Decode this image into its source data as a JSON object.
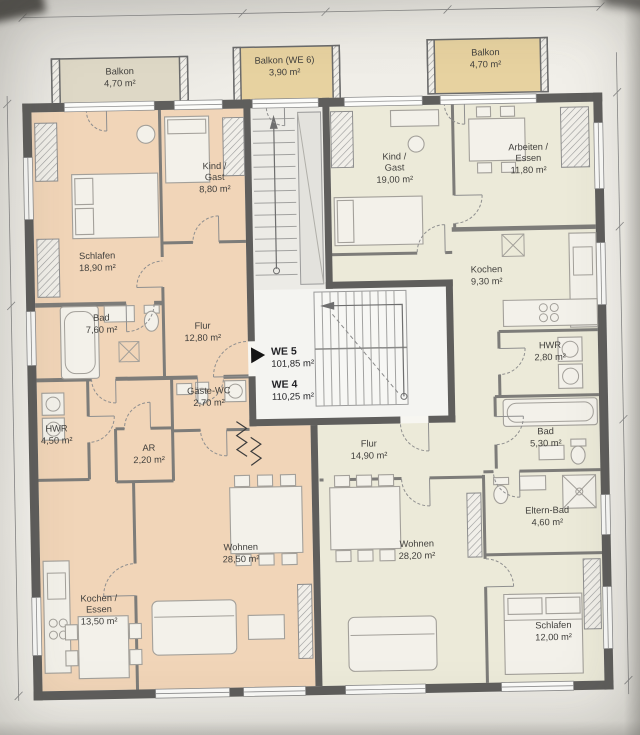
{
  "plan": {
    "balconies": [
      {
        "name": "Balkon",
        "area": "4,70 m²"
      },
      {
        "name": "Balkon (WE 6)",
        "area": "3,90 m²"
      },
      {
        "name": "Balkon",
        "area": "4,70 m²"
      }
    ],
    "units": [
      {
        "id": "WE 5",
        "area": "101,85 m²"
      },
      {
        "id": "WE 4",
        "area": "110,25 m²"
      }
    ],
    "rooms": [
      {
        "name": "Schlafen",
        "area": "18,90 m²"
      },
      {
        "name": "Kind /\nGast",
        "area": "8,80 m²"
      },
      {
        "name": "Bad",
        "area": "7,60 m²"
      },
      {
        "name": "Flur",
        "area": "12,80 m²"
      },
      {
        "name": "Gäste-WC",
        "area": "2,70 m²"
      },
      {
        "name": "HWR",
        "area": "4,50 m²"
      },
      {
        "name": "AR",
        "area": "2,20 m²"
      },
      {
        "name": "Wohnen",
        "area": "28,50 m²"
      },
      {
        "name": "Kochen /\nEssen",
        "area": "13,50 m²"
      },
      {
        "name": "Kind /\nGast",
        "area": "19,00 m²"
      },
      {
        "name": "Arbeiten /\nEssen",
        "area": "11,80 m²"
      },
      {
        "name": "Kochen",
        "area": "9,30 m²"
      },
      {
        "name": "HWR",
        "area": "2,80 m²"
      },
      {
        "name": "Bad",
        "area": "5,30 m²"
      },
      {
        "name": "Flur",
        "area": "14,90 m²"
      },
      {
        "name": "Wohnen",
        "area": "28,20 m²"
      },
      {
        "name": "Eltern-Bad",
        "area": "4,60 m²"
      },
      {
        "name": "Schlafen",
        "area": "12,00 m²"
      }
    ],
    "colors": {
      "we5": "#f1d5b8",
      "we4": "#ecead9",
      "wall": "#5f5e5c",
      "wall_light": "#7d7c79",
      "balcony_tan": "#e7d2a0",
      "balcony_gray": "#ded8c6",
      "paper": "#f7f6f1"
    }
  }
}
